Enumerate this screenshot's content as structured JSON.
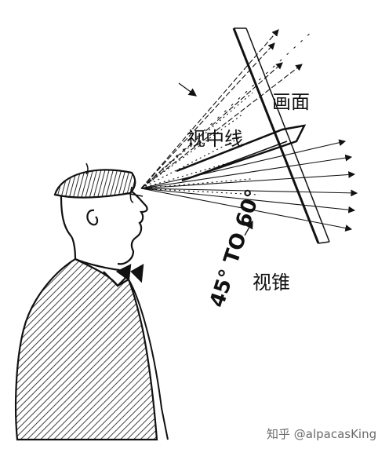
{
  "labels": {
    "picture_plane": "画面",
    "center_line_of_vision": "视中线",
    "cone_of_vision": "视锥",
    "angle_range": "45° TO 60°"
  },
  "watermark": "知乎 @alpacasKing",
  "colors": {
    "ink": "#111111",
    "background": "#ffffff",
    "watermark": "#6b6b6b"
  }
}
